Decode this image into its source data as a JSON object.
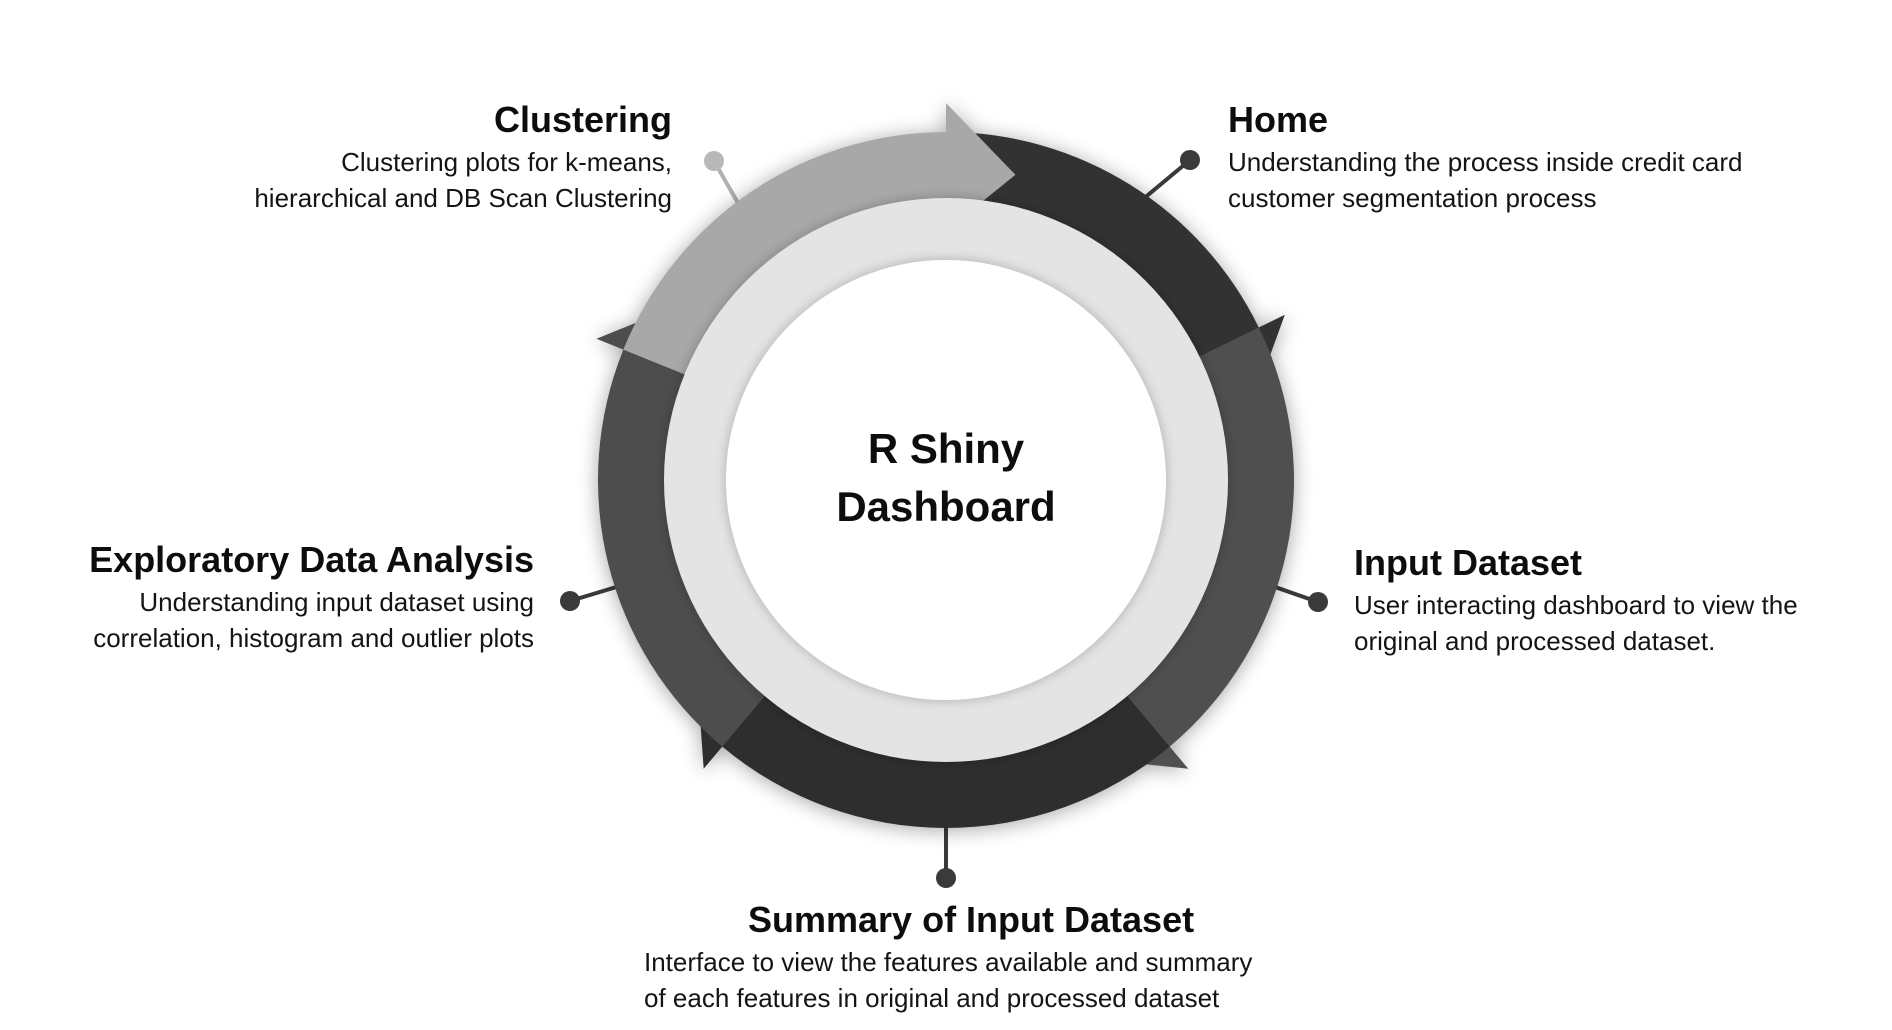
{
  "center": {
    "line1": "R Shiny",
    "line2": "Dashboard"
  },
  "steps": [
    {
      "id": "home",
      "title": "Home",
      "desc_line1": "Understanding the process inside credit card",
      "desc_line2": "customer segmentation  process"
    },
    {
      "id": "input-dataset",
      "title": "Input Dataset",
      "desc_line1": "User interacting dashboard to view the",
      "desc_line2": "original and processed dataset."
    },
    {
      "id": "summary",
      "title": "Summary of Input Dataset",
      "desc_line1": "Interface to view the features available and summary",
      "desc_line2": "of each features in original and processed dataset"
    },
    {
      "id": "eda",
      "title": "Exploratory Data Analysis",
      "desc_line1": "Understanding input dataset using",
      "desc_line2": "correlation, histogram and outlier plots"
    },
    {
      "id": "clustering",
      "title": "Clustering",
      "desc_line1": "Clustering plots for k-means,",
      "desc_line2": "hierarchical and DB Scan Clustering"
    }
  ],
  "colors": {
    "segment_home": "#333333",
    "segment_input": "#4f4f4f",
    "segment_summary": "#2f2f2f",
    "segment_eda": "#4e4e4e",
    "segment_clustering": "#a8a8a8",
    "inner_ring": "#e4e4e4",
    "center_fill": "#ffffff",
    "connector": "#3a3a3a"
  }
}
